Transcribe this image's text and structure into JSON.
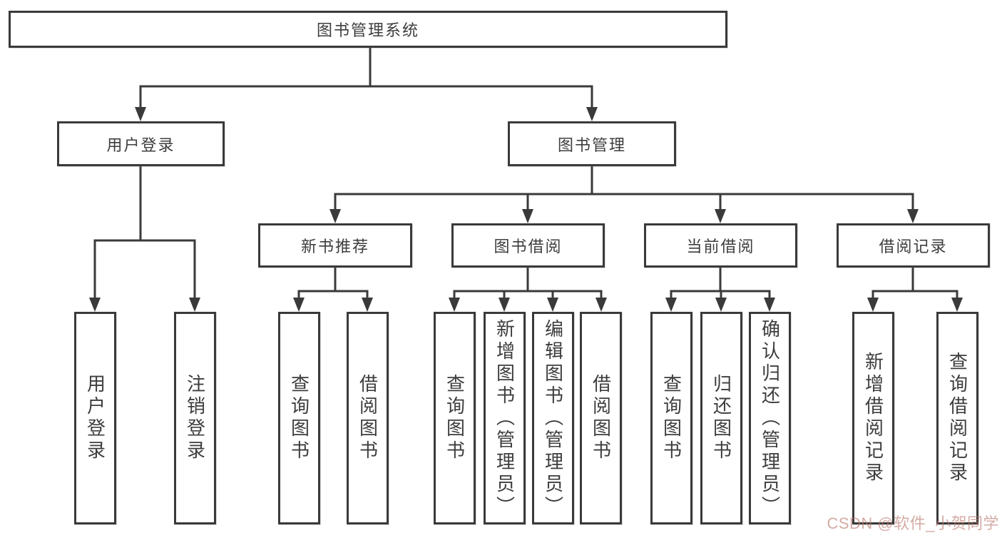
{
  "root": {
    "label": "图书管理系统"
  },
  "branches": [
    {
      "label": "用户登录",
      "children": [
        {
          "label": "用户登录"
        },
        {
          "label": "注销登录"
        }
      ]
    },
    {
      "label": "图书管理",
      "children": [
        {
          "label": "新书推荐",
          "children": [
            {
              "label": "查询图书"
            },
            {
              "label": "借阅图书"
            }
          ]
        },
        {
          "label": "图书借阅",
          "children": [
            {
              "label": "查询图书"
            },
            {
              "label": "新增图书（管理员）"
            },
            {
              "label": "编辑图书（管理员）"
            },
            {
              "label": "借阅图书"
            }
          ]
        },
        {
          "label": "当前借阅",
          "children": [
            {
              "label": "查询图书"
            },
            {
              "label": "归还图书"
            },
            {
              "label": "确认归还（管理员）"
            }
          ]
        },
        {
          "label": "借阅记录",
          "children": [
            {
              "label": "新增借阅记录"
            },
            {
              "label": "查询借阅记录"
            }
          ]
        }
      ]
    }
  ],
  "watermark": {
    "text": "CSDN @软件_小贺同学"
  },
  "colors": {
    "line": "#3a3a3a",
    "text": "#3d3d3d",
    "background": "#ffffff",
    "watermark": "#ba786e"
  }
}
